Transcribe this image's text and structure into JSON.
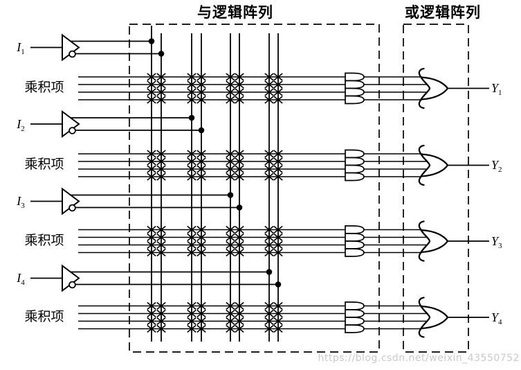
{
  "figure": {
    "and_array_label": "与逻辑阵列",
    "or_array_label": "或逻辑阵列",
    "product_term_label": "乘积项",
    "inputs": [
      {
        "name": "I",
        "sub": "1"
      },
      {
        "name": "I",
        "sub": "2"
      },
      {
        "name": "I",
        "sub": "3"
      },
      {
        "name": "I",
        "sub": "4"
      }
    ],
    "outputs": [
      {
        "name": "Y",
        "sub": "1"
      },
      {
        "name": "Y",
        "sub": "2"
      },
      {
        "name": "Y",
        "sub": "3"
      },
      {
        "name": "Y",
        "sub": "4"
      }
    ],
    "structure": {
      "input_column_pairs": 4,
      "product_term_groups": 4,
      "lines_per_group": 4,
      "input_to_column_pair": [
        1,
        2,
        3,
        4
      ],
      "crosspoint_marks": "x-at-every-product-line-column-intersection"
    },
    "icons": {
      "input_driver": "buffer-with-inverter-bubble-icon",
      "product_buffer": "d-buffer-icon",
      "output_gate": "or-gate-icon",
      "programmable_connection": "cross-icon",
      "fixed_connection": "dot-icon"
    },
    "colors": {
      "line": "#000000",
      "background": "#ffffff",
      "watermark_gray": "#c9c9c9"
    }
  },
  "watermark": "https://blog.csdn.net/weixin_43550752"
}
